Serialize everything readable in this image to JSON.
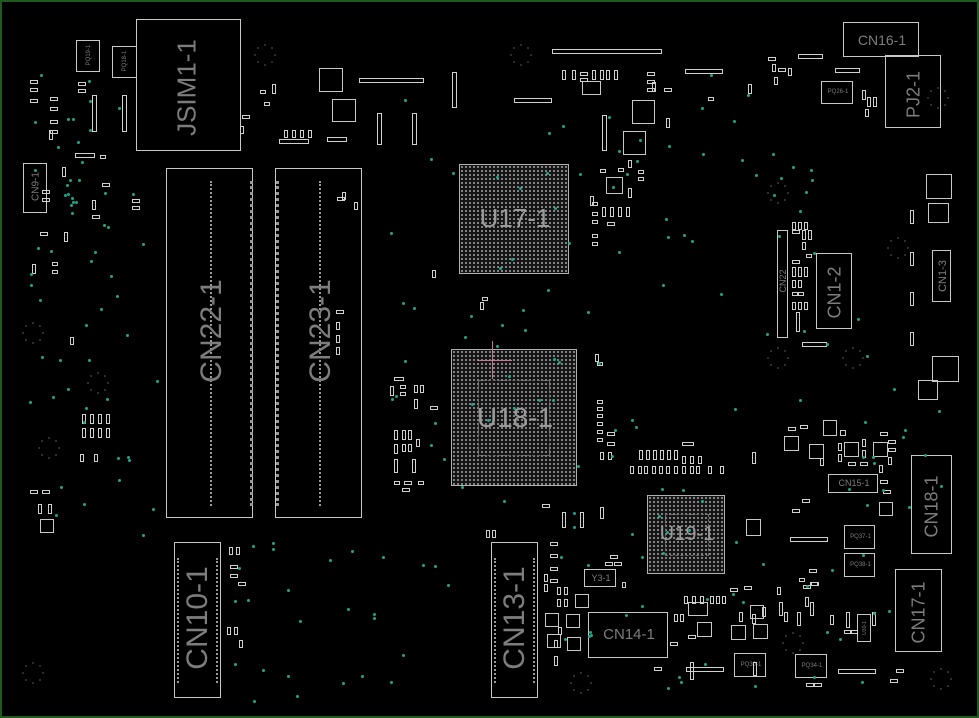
{
  "viewer": {
    "background_color": "#000000",
    "outline_color": "#c8c8c8",
    "label_color": "#7d7d7d",
    "via_color": "#1fa58a",
    "board_edge_color": "#1e5a1e",
    "cursor_color": "#c77a95"
  },
  "components": {
    "jsim1": "JSIM1-1",
    "pq19": "PQ19-1",
    "pq18": "PQ18-1",
    "cn9": "CN9-1",
    "cn22": "CN22-1",
    "cn23": "CN23-1",
    "u17": "U17-1",
    "u18": "U18-1",
    "u19": "U19-1",
    "cn16": "CN16-1",
    "pj2": "PJ2-1",
    "pq26": "PQ26-1",
    "cn1_2": "CN1-2",
    "cn1_3": "CN1-3",
    "cn22_small": "CN22",
    "cn15": "CN15-1",
    "cn18": "CN18-1",
    "pq37": "PQ37-1",
    "pq38": "PQ38-1",
    "cn17": "CN17-1",
    "cn10": "CN10-1",
    "cn13": "CN13-1",
    "cn14": "CN14-1",
    "y3": "Y3-1",
    "pq30": "PQ30-1",
    "pq34": "PQ34-1",
    "u30": "U30-1"
  }
}
